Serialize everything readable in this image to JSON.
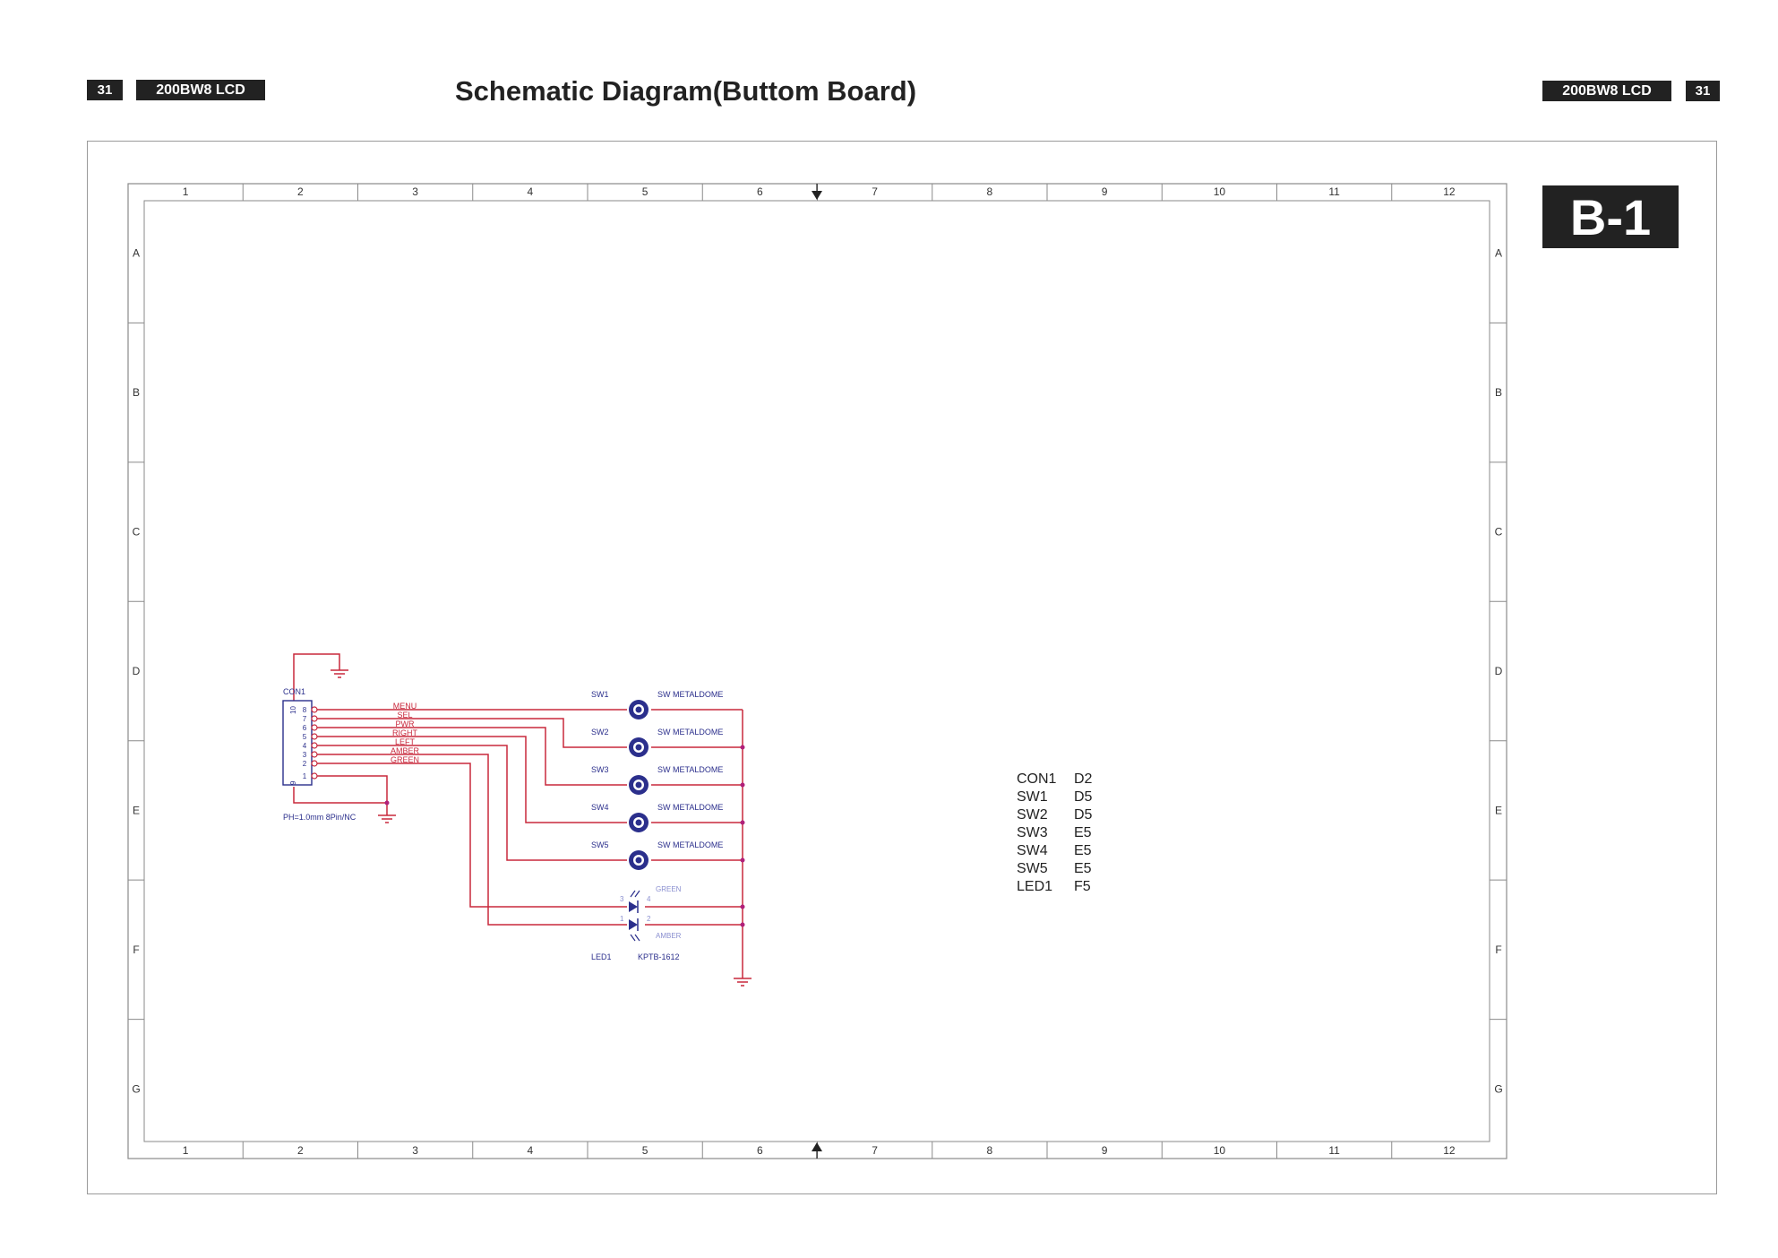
{
  "header": {
    "page_number": "31",
    "model": "200BW8 LCD",
    "title": "Schematic Diagram(Buttom Board)",
    "sheet_label": "B-1"
  },
  "frame": {
    "columns": [
      "1",
      "2",
      "3",
      "4",
      "5",
      "6",
      "7",
      "8",
      "9",
      "10",
      "11",
      "12"
    ],
    "rows": [
      "A",
      "B",
      "C",
      "D",
      "E",
      "F",
      "G"
    ]
  },
  "connector": {
    "ref": "CON1",
    "pins": [
      "8",
      "7",
      "6",
      "5",
      "4",
      "3",
      "2",
      "1"
    ],
    "mount_pins": [
      "10",
      "9"
    ],
    "signals": [
      "MENU",
      "SEL",
      "PWR",
      "RIGHT",
      "LEFT",
      "AMBER",
      "GREEN"
    ],
    "description": "PH=1.0mm 8Pin/NC"
  },
  "switches": [
    {
      "ref": "SW1",
      "type": "SW METALDOME"
    },
    {
      "ref": "SW2",
      "type": "SW METALDOME"
    },
    {
      "ref": "SW3",
      "type": "SW METALDOME"
    },
    {
      "ref": "SW4",
      "type": "SW METALDOME"
    },
    {
      "ref": "SW5",
      "type": "SW METALDOME"
    }
  ],
  "led": {
    "ref": "LED1",
    "part": "KPTB-1612",
    "green_label": "GREEN",
    "amber_label": "AMBER",
    "pins": [
      "3",
      "4",
      "1",
      "2"
    ]
  },
  "reference_table": [
    {
      "part": "CON1",
      "loc": "D2"
    },
    {
      "part": "SW1",
      "loc": "D5"
    },
    {
      "part": "SW2",
      "loc": "D5"
    },
    {
      "part": "SW3",
      "loc": "E5"
    },
    {
      "part": "SW4",
      "loc": "E5"
    },
    {
      "part": "SW5",
      "loc": "E5"
    },
    {
      "part": "LED1",
      "loc": "F5"
    }
  ],
  "colors": {
    "wire": "#c8283c",
    "component": "#2b2f8c",
    "junction": "#b0207a",
    "frame_line": "#8a8a8a",
    "dark_box": "#222222"
  }
}
